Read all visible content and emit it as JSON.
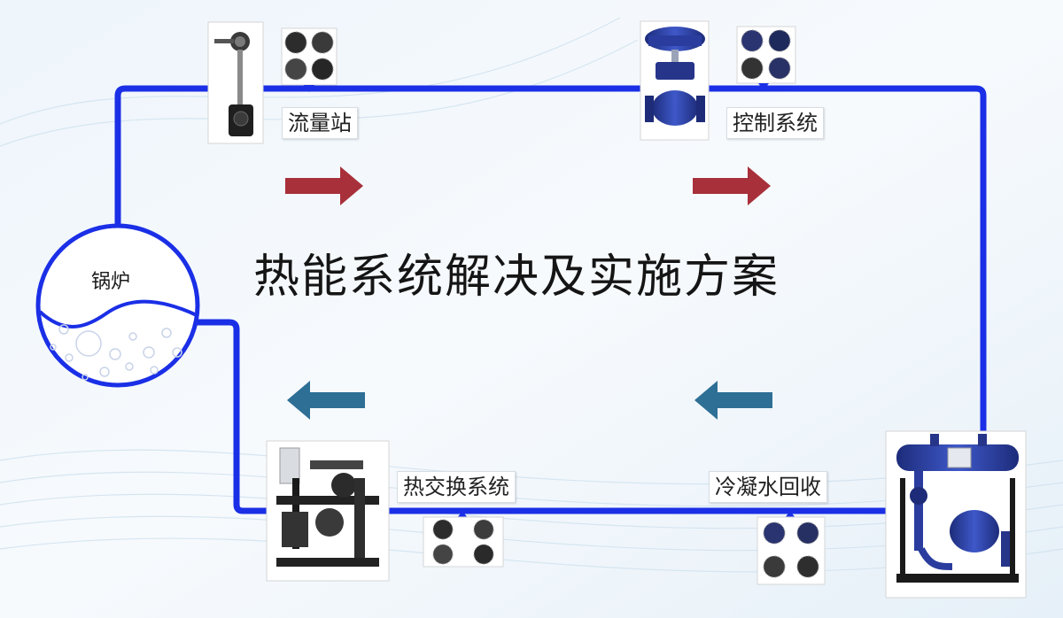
{
  "title": "热能系统解决及实施方案",
  "boiler": {
    "label": "锅炉"
  },
  "stations": [
    {
      "id": "flow",
      "label": "流量站"
    },
    {
      "id": "control",
      "label": "控制系统"
    },
    {
      "id": "heat_exchange",
      "label": "热交换系统"
    },
    {
      "id": "condensate",
      "label": "冷凝水回收"
    }
  ],
  "colors": {
    "pipe": "#1a2fe6",
    "arrow_forward": "#a8303a",
    "arrow_return": "#2e6f96",
    "background": "#f5f9fc"
  },
  "icons": [
    "flowmeter-icon",
    "control-valve-icon",
    "heat-exchanger-skid-icon",
    "condensate-pump-icon",
    "thumbnail-grid-icon"
  ]
}
